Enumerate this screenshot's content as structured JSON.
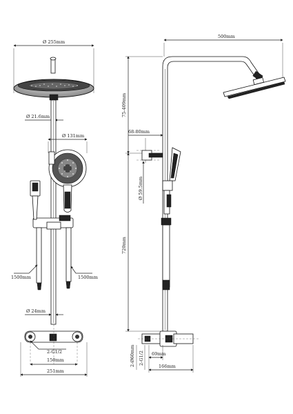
{
  "front_view": {
    "head_diameter": "Ø 255mm",
    "pipe_diameter": "Ø 21.6mm",
    "hand_shower_diameter": "Ø 131mm",
    "hose_length_left": "1500mm",
    "hose_length_right": "1500mm",
    "lower_pipe_diameter": "Ø 24mm",
    "inlet_thread": "2-G1/2",
    "inlet_spacing": "150mm",
    "total_width": "251mm"
  },
  "side_view": {
    "arm_length": "500mm",
    "height_adjust": "75-409mm",
    "hand_holder_offset": "68-80mm",
    "holder_diameter": "Ø 59.5mm",
    "column_height": "720mm",
    "flange_diameter": "2-Ø60mm",
    "inlet_thread": "2-G1/2",
    "valve_offset": "69mm",
    "depth": "166mm"
  }
}
